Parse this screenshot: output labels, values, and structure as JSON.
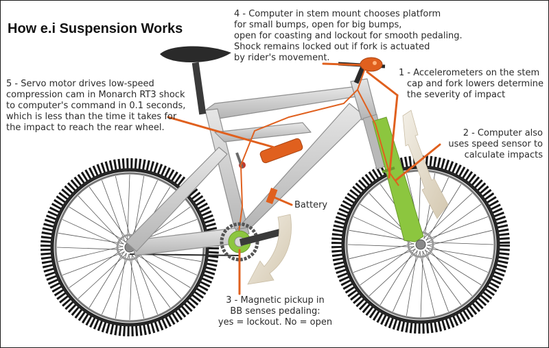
{
  "title": "How e.i Suspension Works",
  "callouts": {
    "computer": {
      "lines": [
        "4 - Computer in stem mount chooses platform",
        "for small bumps, open for big bumps,",
        "open for coasting and lockout for smooth pedaling.",
        "Shock remains locked out if fork is actuated",
        "by rider's movement."
      ]
    },
    "accelerometers": {
      "lines": [
        "1 - Accelerometers on the stem",
        "cap and fork lowers determine",
        "the severity of impact"
      ]
    },
    "speed_sensor": {
      "lines": [
        "2 - Computer also",
        "uses speed sensor to",
        "calculate impacts"
      ]
    },
    "servo": {
      "lines": [
        "5 - Servo motor drives low-speed",
        "compression cam in Monarch RT3 shock",
        "to computer's command in 0.1 seconds,",
        "which is less than the time it takes for",
        "the impact to reach the rear wheel."
      ]
    },
    "battery": {
      "label": "Battery"
    },
    "pickup": {
      "lines": [
        "3 - Magnetic pickup in",
        "BB senses pedaling:",
        "yes = lockout. No = open"
      ]
    }
  },
  "colors": {
    "frame": "#c8c8c8",
    "frame_edge": "#8e8e8e",
    "fork_green": "#8cc63f",
    "leader_orange": "#e0601e",
    "arrow_beige": "#e4dccb",
    "tire": "#151515",
    "spoke": "#555555"
  }
}
